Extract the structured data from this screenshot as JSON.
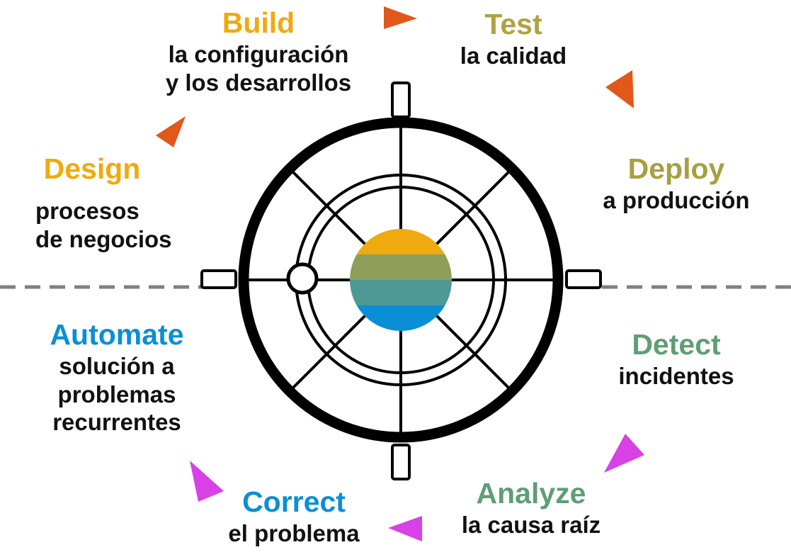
{
  "divider_color": "#808080",
  "wheel_color": "#000000",
  "stages": [
    {
      "title": "Design",
      "desc": [
        "procesos",
        "de negocios"
      ],
      "color": "#EFAA0E"
    },
    {
      "title": "Build",
      "desc": [
        "la configuración",
        "y los desarrollos"
      ],
      "color": "#EFAA0E"
    },
    {
      "title": "Test",
      "desc": [
        "la calidad"
      ],
      "color": "#B0A242"
    },
    {
      "title": "Deploy",
      "desc": [
        "a producción"
      ],
      "color": "#A7A040"
    },
    {
      "title": "Detect",
      "desc": [
        "incidentes"
      ],
      "color": "#5E9E74"
    },
    {
      "title": "Analyze",
      "desc": [
        "la causa raíz"
      ],
      "color": "#5E9E74"
    },
    {
      "title": "Correct",
      "desc": [
        "el problema"
      ],
      "color": "#0A8FD6"
    },
    {
      "title": "Automate",
      "desc": [
        "solución a",
        "problemas",
        "recurrentes"
      ],
      "color": "#0A8FD6"
    }
  ],
  "arrow_colors": {
    "top": "#E2571A",
    "bottom": "#D741E6"
  },
  "hub_stripes": [
    "#EFAA0E",
    "#8E9E59",
    "#4E9896",
    "#0A8FD6"
  ]
}
